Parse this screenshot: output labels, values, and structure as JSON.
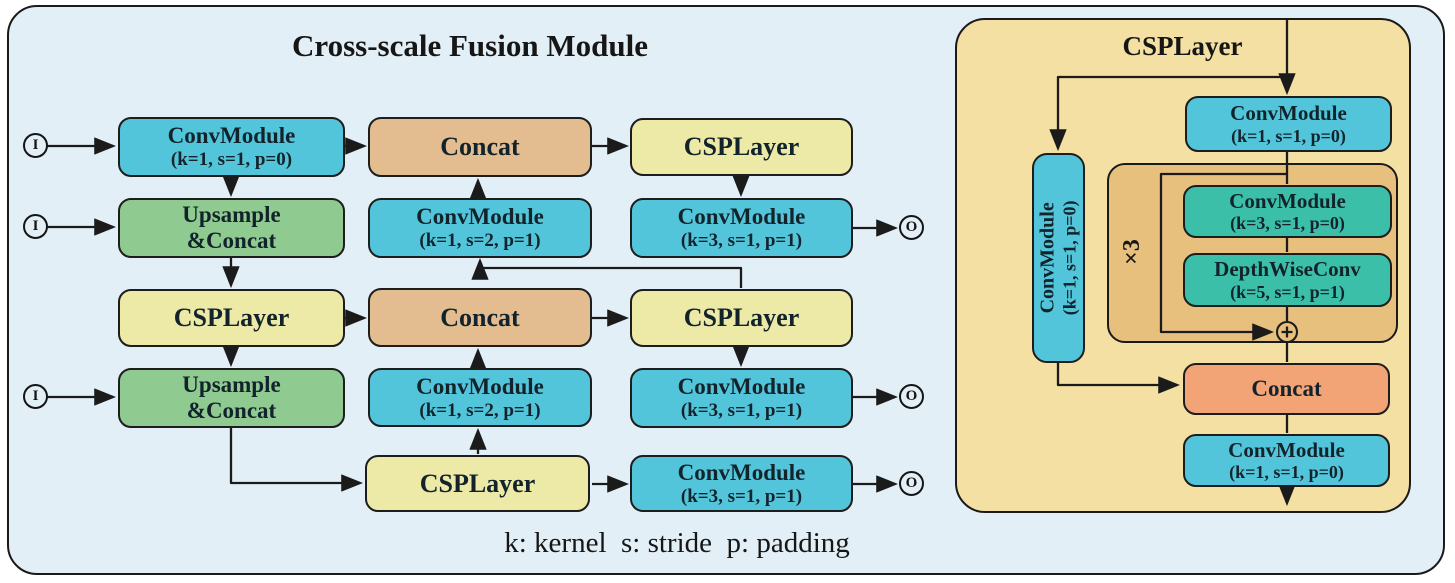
{
  "figure": {
    "legend": "k: kernel  s: stride  p: padding",
    "io": {
      "input_label": "I",
      "output_label": "O"
    }
  },
  "fusion_module": {
    "title": "Cross-scale Fusion Module",
    "nodes": {
      "conv_r1": {
        "name": "ConvModule",
        "params": "(k=1, s=1, p=0)"
      },
      "concat_r1": {
        "name": "Concat"
      },
      "csp_r1": {
        "name": "CSPLayer"
      },
      "upsample_r2": {
        "line1": "Upsample",
        "line2": "&Concat"
      },
      "conv_r2_mid": {
        "name": "ConvModule",
        "params": "(k=1, s=2, p=1)"
      },
      "conv_r2_right": {
        "name": "ConvModule",
        "params": "(k=3, s=1, p=1)"
      },
      "csp_r3_left": {
        "name": "CSPLayer"
      },
      "concat_r3": {
        "name": "Concat"
      },
      "csp_r3_right": {
        "name": "CSPLayer"
      },
      "upsample_r4": {
        "line1": "Upsample",
        "line2": "&Concat"
      },
      "conv_r4_mid": {
        "name": "ConvModule",
        "params": "(k=1, s=2, p=1)"
      },
      "conv_r4_right": {
        "name": "ConvModule",
        "params": "(k=3, s=1, p=1)"
      },
      "csp_r5": {
        "name": "CSPLayer"
      },
      "conv_r5_right": {
        "name": "ConvModule",
        "params": "(k=3, s=1, p=1)"
      }
    }
  },
  "csp_layer_panel": {
    "title": "CSPLayer",
    "repeat_label": "×3",
    "sum_symbol": "+",
    "nodes": {
      "conv_top": {
        "name": "ConvModule",
        "params": "(k=1, s=1, p=0)"
      },
      "conv_vertical": {
        "name": "ConvModule",
        "params": "(k=1, s=1, p=0)"
      },
      "conv_inner": {
        "name": "ConvModule",
        "params": "(k=3, s=1, p=0)"
      },
      "dwconv": {
        "name": "DepthWiseConv",
        "params": "(k=5, s=1, p=1)"
      },
      "concat": {
        "name": "Concat"
      },
      "conv_bottom": {
        "name": "ConvModule",
        "params": "(k=1, s=1, p=0)"
      }
    }
  },
  "colors": {
    "canvas_background": "#e3eff6",
    "conv_module": "#52c5da",
    "concat": "#e3bd90",
    "csp_layer": "#edeaa8",
    "upsample_concat": "#8fca90",
    "csp_panel_background": "#f3e0a2",
    "repeat_block": "#e8c07e",
    "inner_conv": "#3cbfa8",
    "csp_concat": "#f3a477",
    "line": "#1b1b1b"
  }
}
